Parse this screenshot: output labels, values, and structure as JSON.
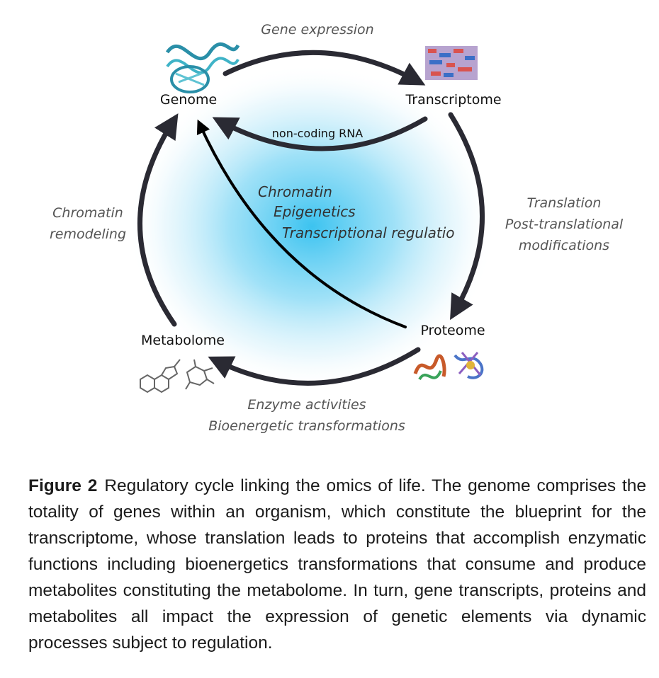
{
  "nodes": {
    "genome": "Genome",
    "transcriptome": "Transcriptome",
    "proteome": "Proteome",
    "metabolome": "Metabolome"
  },
  "edges": {
    "gene_expression": "Gene expression",
    "non_coding_rna": "non-coding RNA",
    "translation": [
      "Translation",
      "Post-translational",
      "modifications"
    ],
    "enzyme": [
      "Enzyme activities",
      "Bioenergetic transformations"
    ],
    "chromatin_remodeling": [
      "Chromatin",
      "remodeling"
    ],
    "center": [
      "Chromatin",
      "Epigenetics",
      "Transcriptional regulatio"
    ]
  },
  "caption": {
    "label": "Figure 2",
    "text": "Regulatory cycle linking the omics of life. The genome comprises the totality of genes within an organism, which constitute the blueprint for the transcriptome, whose translation leads to proteins that accomplish enzymatic functions including bioenergetics transformations that consume and produce metabolites constituting the metabolome. In turn, gene transcripts, proteins and metabolites all impact the expression of genetic elements via dynamic processes subject to regulation."
  },
  "colors": {
    "arrow": "#2a2a33",
    "glow_center": "#3cc3f0",
    "glow_edge": "#ffffff",
    "process_text": "#555555"
  },
  "icons": [
    "dna-helix-icon",
    "heatmap-icon",
    "protein-structure-icon",
    "molecule-structure-icon"
  ]
}
